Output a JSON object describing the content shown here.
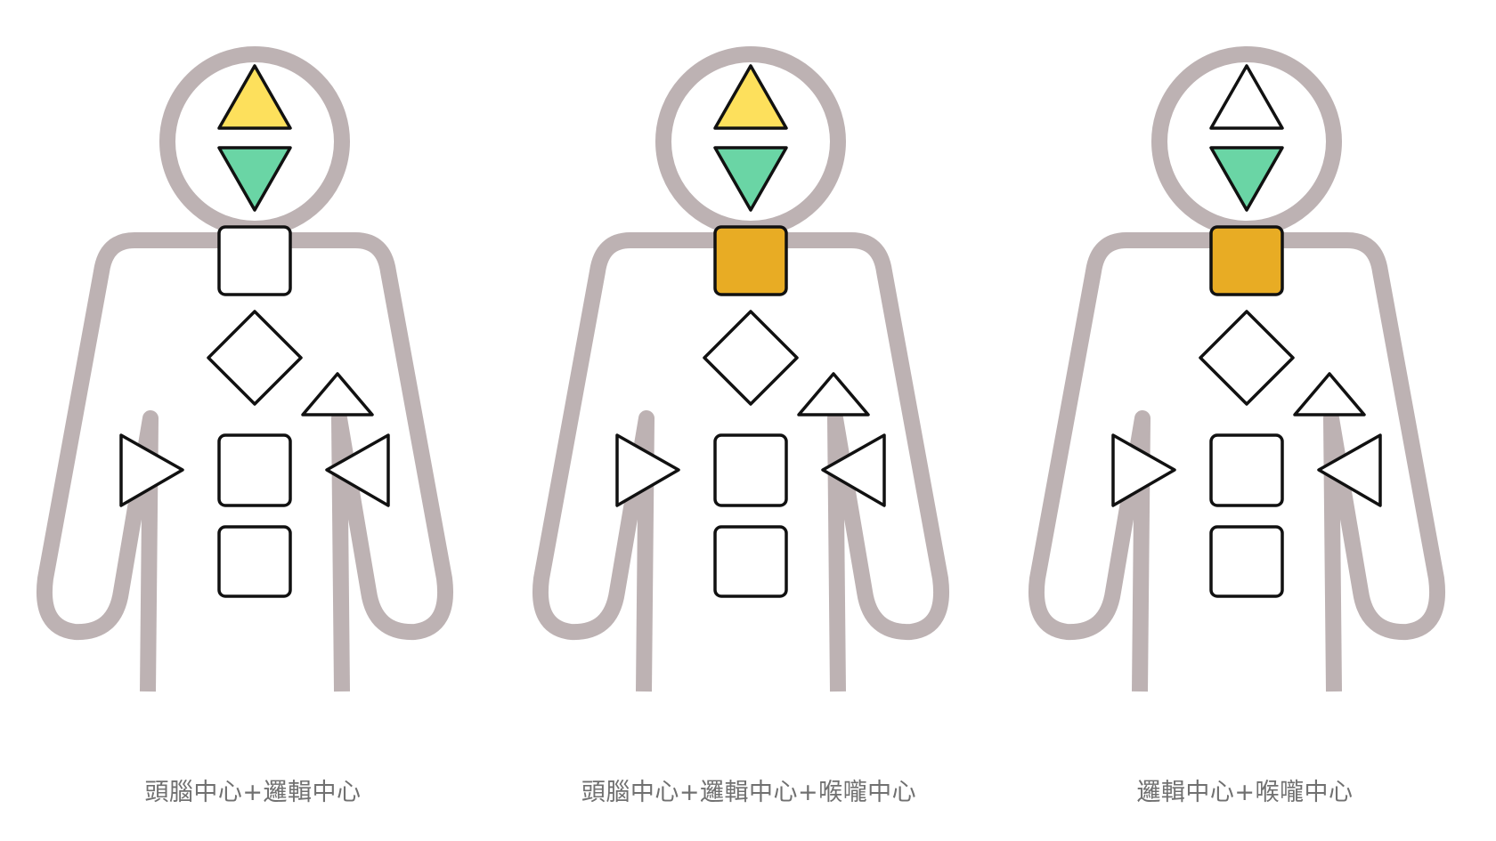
{
  "colors": {
    "outline": "#bdb2b3",
    "stroke": "#111111",
    "head": "#fde05c",
    "ajna": "#6ad5a5",
    "throat": "#e8ac24",
    "undefined": "#ffffff"
  },
  "figures": [
    {
      "caption": "頭腦中心+邏輯中心",
      "centers": {
        "head": "defined",
        "ajna": "defined",
        "throat": "undefined",
        "g": "undefined",
        "heart": "undefined",
        "spleen": "undefined",
        "sacral": "undefined",
        "solar_plexus": "undefined",
        "root": "undefined"
      }
    },
    {
      "caption": "頭腦中心+邏輯中心+喉嚨中心",
      "centers": {
        "head": "defined",
        "ajna": "defined",
        "throat": "defined",
        "g": "undefined",
        "heart": "undefined",
        "spleen": "undefined",
        "sacral": "undefined",
        "solar_plexus": "undefined",
        "root": "undefined"
      }
    },
    {
      "caption": "邏輯中心+喉嚨中心",
      "centers": {
        "head": "undefined",
        "ajna": "defined",
        "throat": "defined",
        "g": "undefined",
        "heart": "undefined",
        "spleen": "undefined",
        "sacral": "undefined",
        "solar_plexus": "undefined",
        "root": "undefined"
      }
    }
  ]
}
